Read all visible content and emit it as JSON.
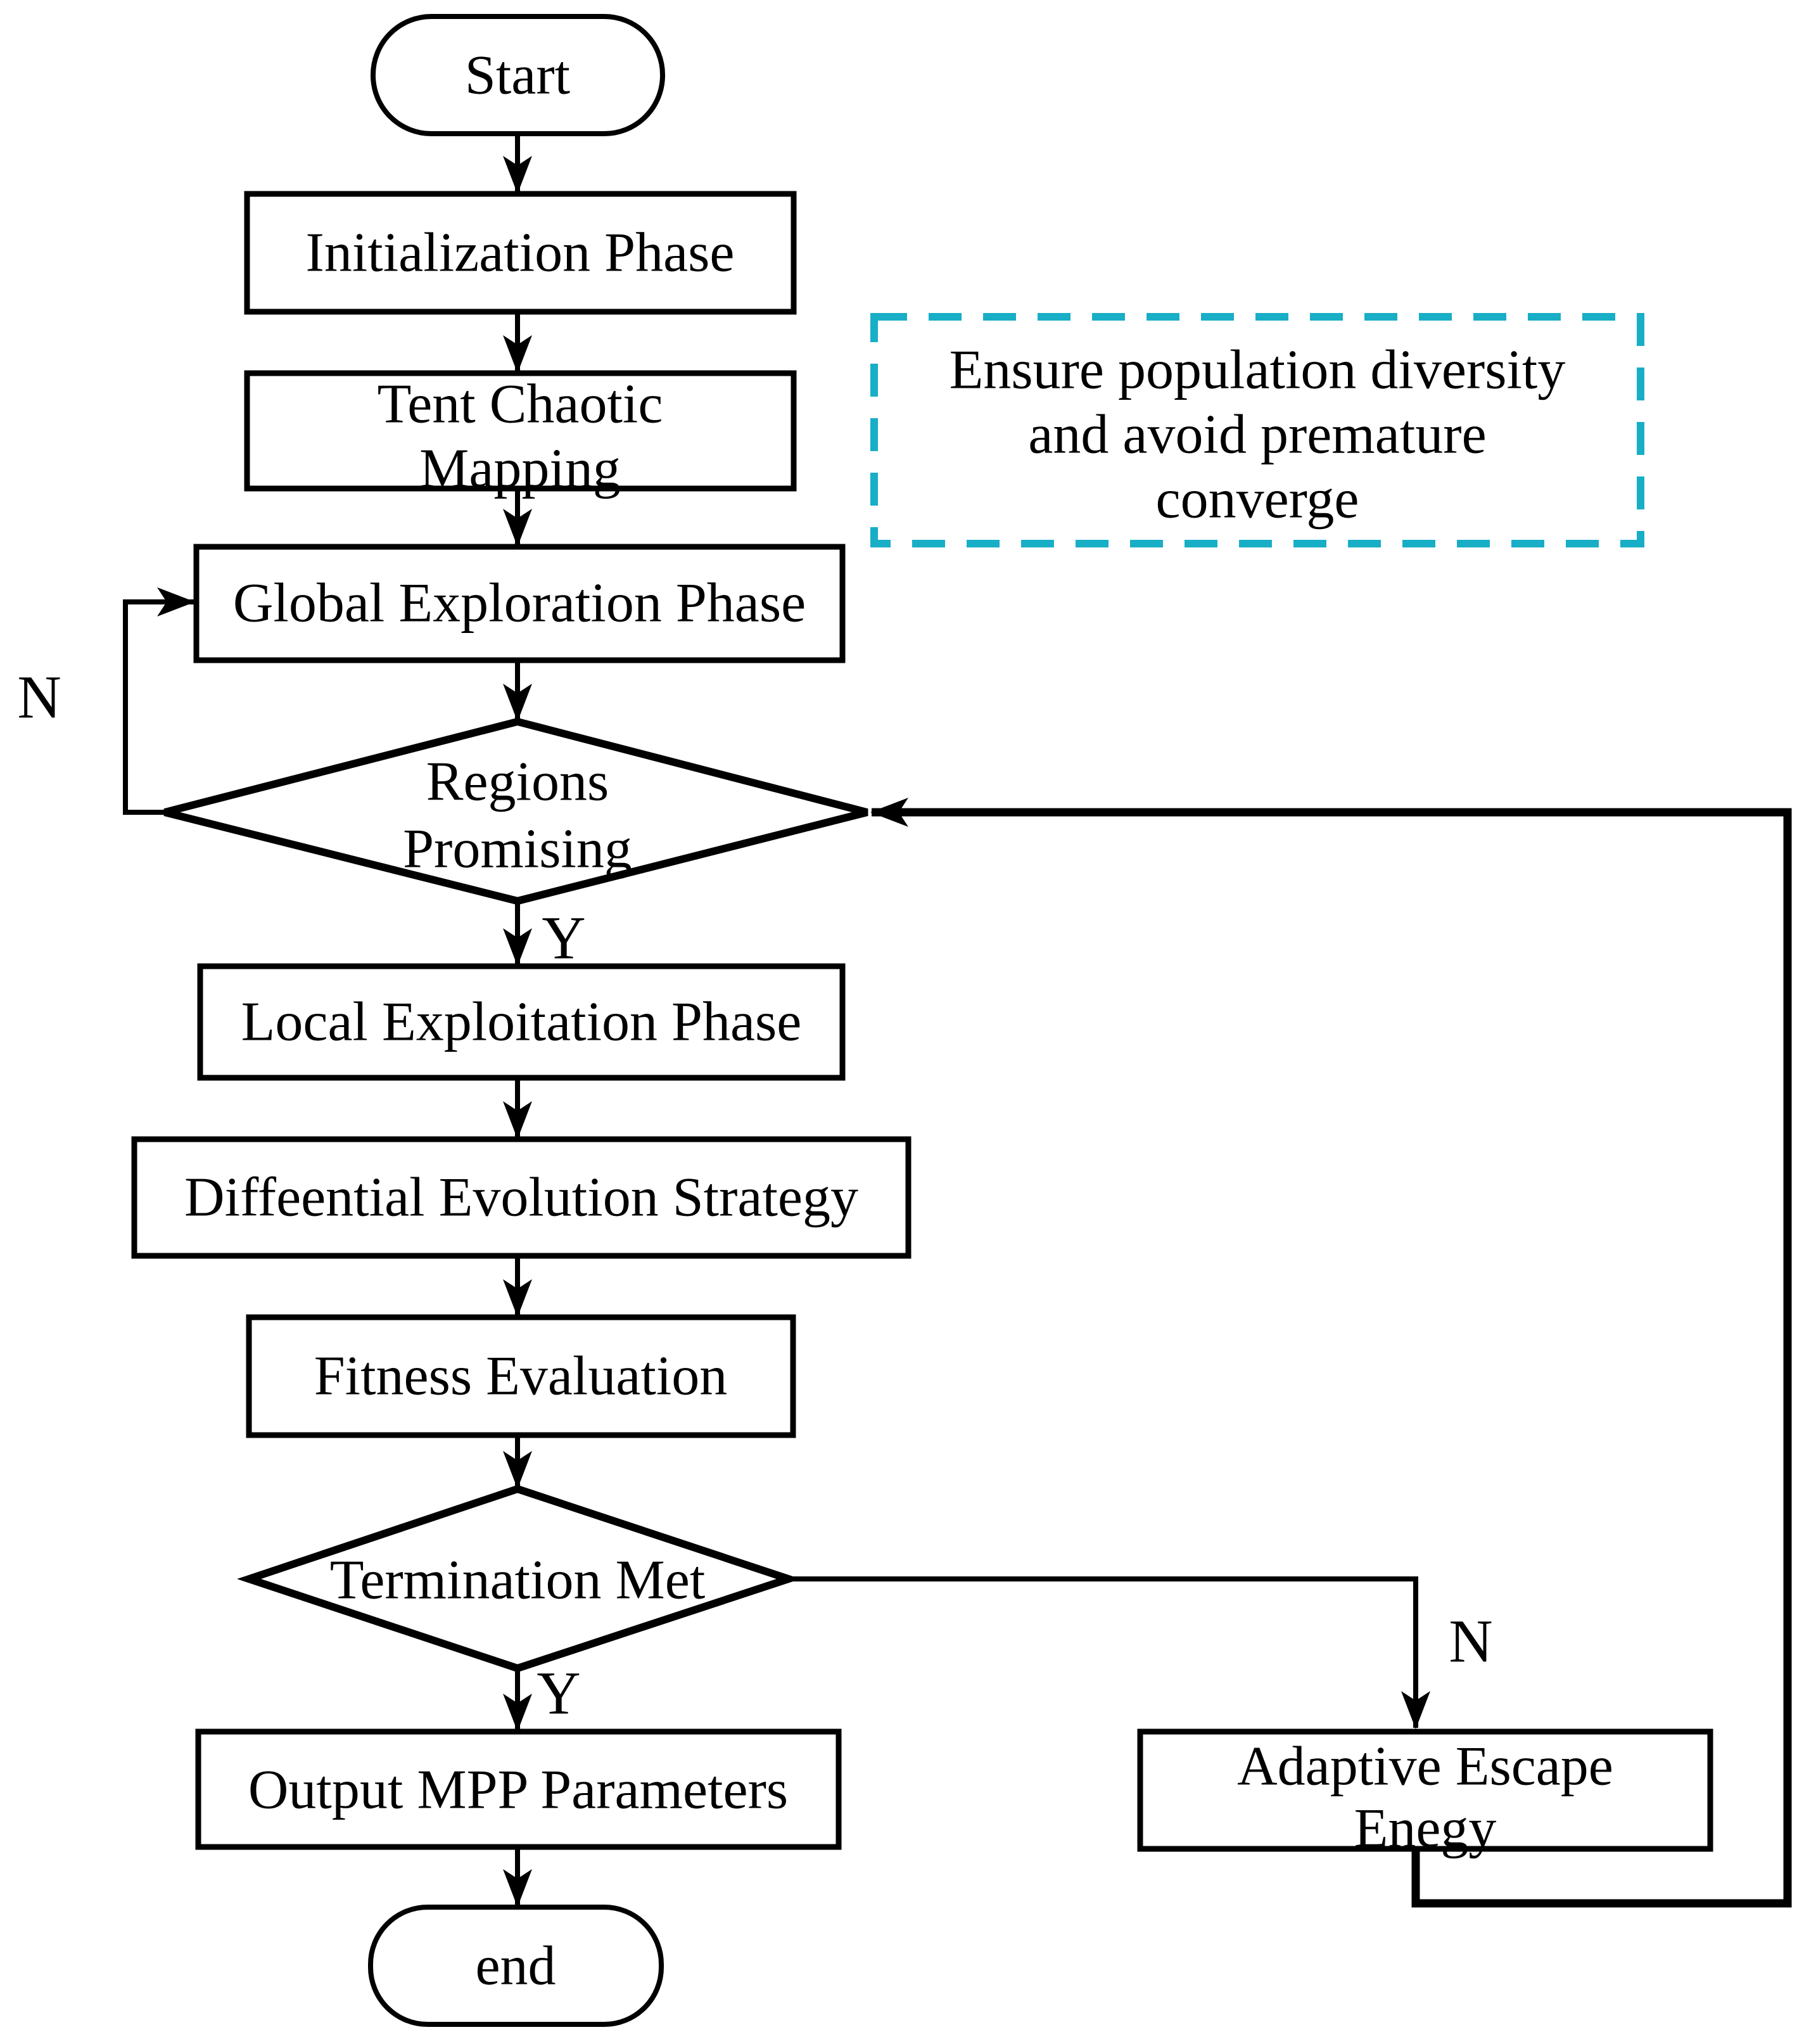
{
  "figure": {
    "background": "#ffffff",
    "line_color": "#000000",
    "note_border_color": "#18AEC6"
  },
  "nodes": {
    "start": {
      "label": "Start"
    },
    "initialization": {
      "label": "Initialization Phase"
    },
    "tent": {
      "line1": "Tent Chaotic",
      "line2": "Mapping"
    },
    "global_exploration": {
      "label": "Global Exploration Phase"
    },
    "regions_promising": {
      "line1": "Regions",
      "line2": "Promising"
    },
    "local_exploitation": {
      "label": "Local Exploitation Phase"
    },
    "differential_evolution": {
      "label": "Diffeential Evolution Strategy"
    },
    "fitness_evaluation": {
      "label": "Fitness Evaluation"
    },
    "termination": {
      "label": "Termination Met"
    },
    "output_mpp": {
      "label": "Output MPP Parameters"
    },
    "end": {
      "label": "end"
    },
    "adaptive_escape": {
      "line1": "Adaptive Escape",
      "line2": "Enegy"
    }
  },
  "note": {
    "line1": "Ensure population diversity",
    "line2": "and avoid premature",
    "line3": "converge"
  },
  "branch_labels": {
    "regions_no": "N",
    "regions_yes": "Y",
    "termination_yes": "Y",
    "termination_no": "N"
  }
}
